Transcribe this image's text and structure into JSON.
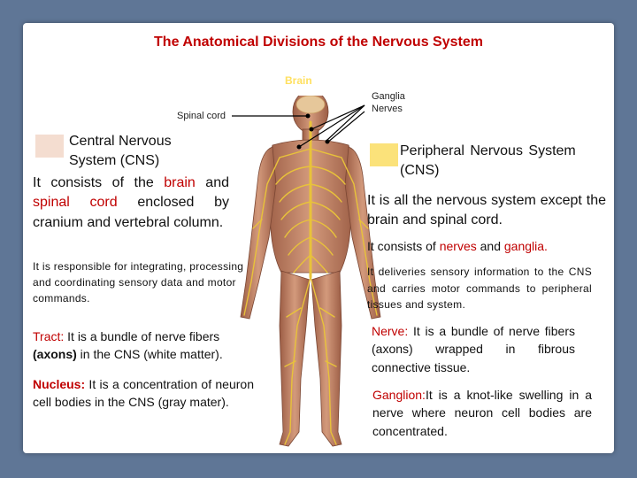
{
  "title": "The Anatomical Divisions of the Nervous System",
  "labels": {
    "brain": "Brain",
    "spinal_cord": "Spinal cord",
    "ganglia": "Ganglia",
    "nerves": "Nerves"
  },
  "colors": {
    "background": "#5f7696",
    "title": "#c00000",
    "cns_swatch": "#f4ddd0",
    "pns_swatch": "#fbe27a",
    "nerve": "#e8c23a",
    "body_tone": "#c98a6e"
  },
  "cns": {
    "heading": "Central Nervous System (CNS)",
    "def_1": "It consists of the ",
    "def_brain": "brain",
    "def_2": " and ",
    "def_spinal": "spinal cord",
    "def_3": " enclosed by cranium and vertebral column.",
    "role": "It is responsible for integrating, processing and coordinating sensory data and motor commands.",
    "tract_term": "Tract:",
    "tract_1": "  It is a bundle of nerve fibers ",
    "tract_bold": "(axons)",
    "tract_2": " in the CNS (white matter).",
    "nucleus_term": "Nucleus:",
    "nucleus_1": "  It is a concentration of neuron cell bodies in the CNS (gray mater)."
  },
  "pns": {
    "heading": "Peripheral Nervous System (CNS)",
    "def": "It is all the nervous system except the brain and spinal cord.",
    "consists_1": "It consists of ",
    "consists_nerves": "nerves",
    "consists_2": " and ",
    "consists_ganglia": "ganglia.",
    "role": "It deliveries sensory information to the CNS and carries motor commands to peripheral tissues and system.",
    "nerve_term": "Nerve:",
    "nerve_def": "  It is a bundle of nerve fibers (axons) wrapped in fibrous connective tissue.",
    "ganglion_term": "Ganglion:",
    "ganglion_def": "It is a knot-like swelling in a nerve where neuron cell bodies are concentrated."
  }
}
